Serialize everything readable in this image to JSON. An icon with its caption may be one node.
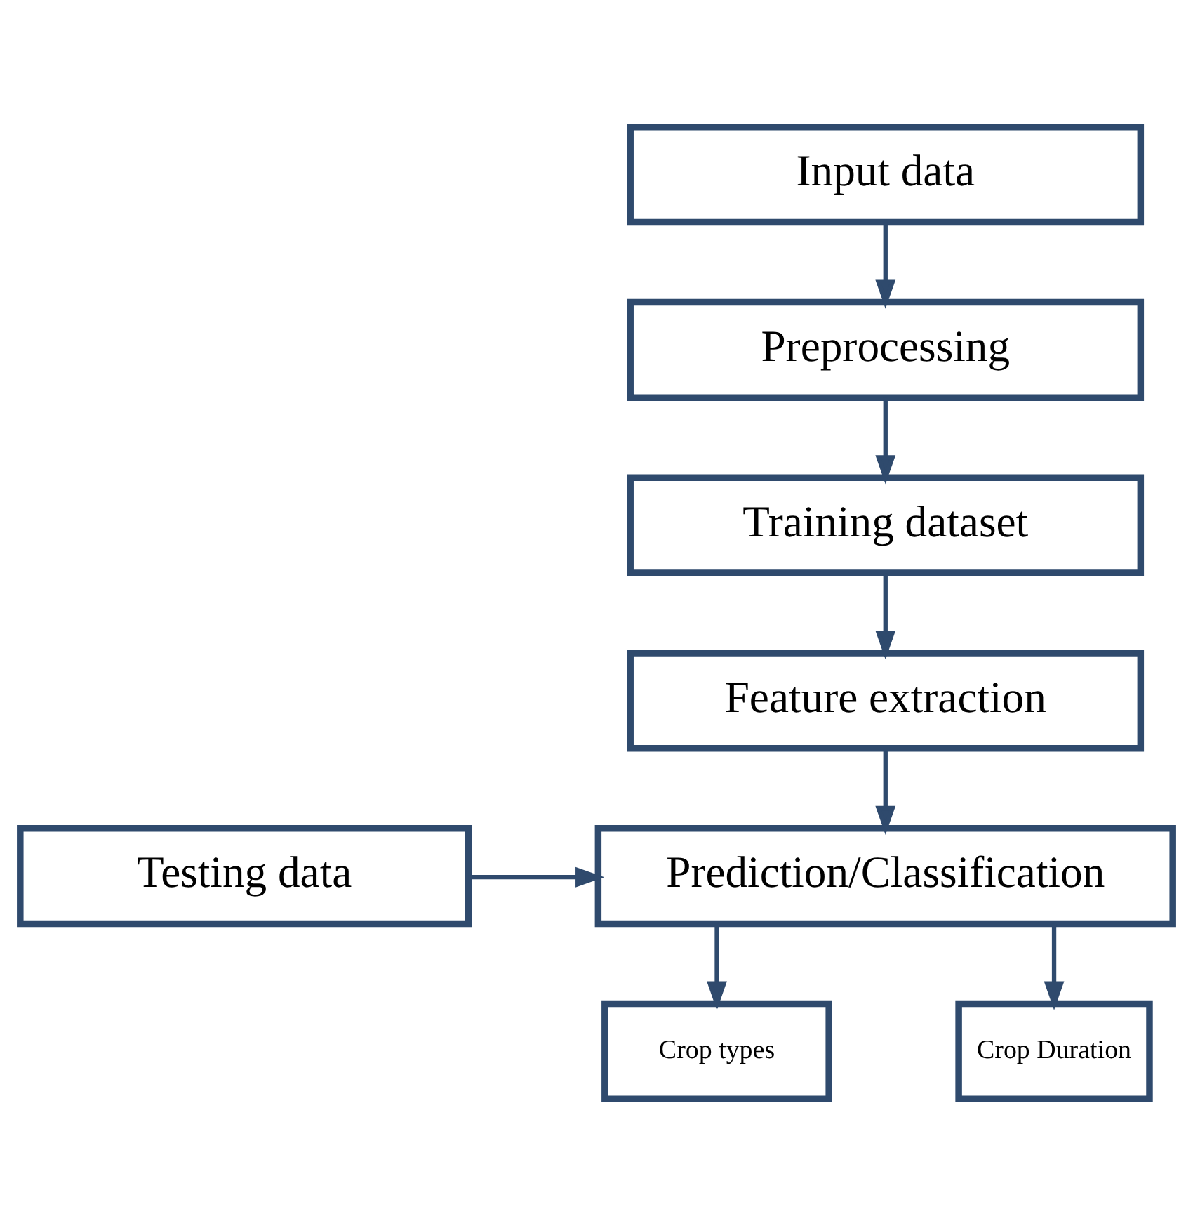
{
  "diagram": {
    "nodes": [
      {
        "text": [
          "Input data"
        ]
      },
      {
        "text": [
          "Preprocessing"
        ]
      },
      {
        "text": [
          "Training dataset"
        ]
      },
      {
        "text": [
          "Feature extraction"
        ]
      },
      {
        "text": [
          "Prediction/Classification"
        ]
      },
      {
        "text": [
          "Testing data"
        ]
      },
      {
        "text": [
          "Crop types"
        ]
      },
      {
        "text": [
          "Crop Duration"
        ]
      }
    ],
    "edges": [
      {
        "from": 0,
        "to": 1,
        "arrow": "to"
      },
      {
        "from": 1,
        "to": 2,
        "arrow": "to"
      },
      {
        "from": 2,
        "to": 3,
        "arrow": "to"
      },
      {
        "from": 3,
        "to": 4,
        "arrow": "to"
      },
      {
        "from": 5,
        "to": 4,
        "arrow": "to"
      },
      {
        "from": 4,
        "to": 6,
        "arrow": "to"
      },
      {
        "from": 4,
        "to": 7,
        "arrow": "to"
      }
    ]
  }
}
